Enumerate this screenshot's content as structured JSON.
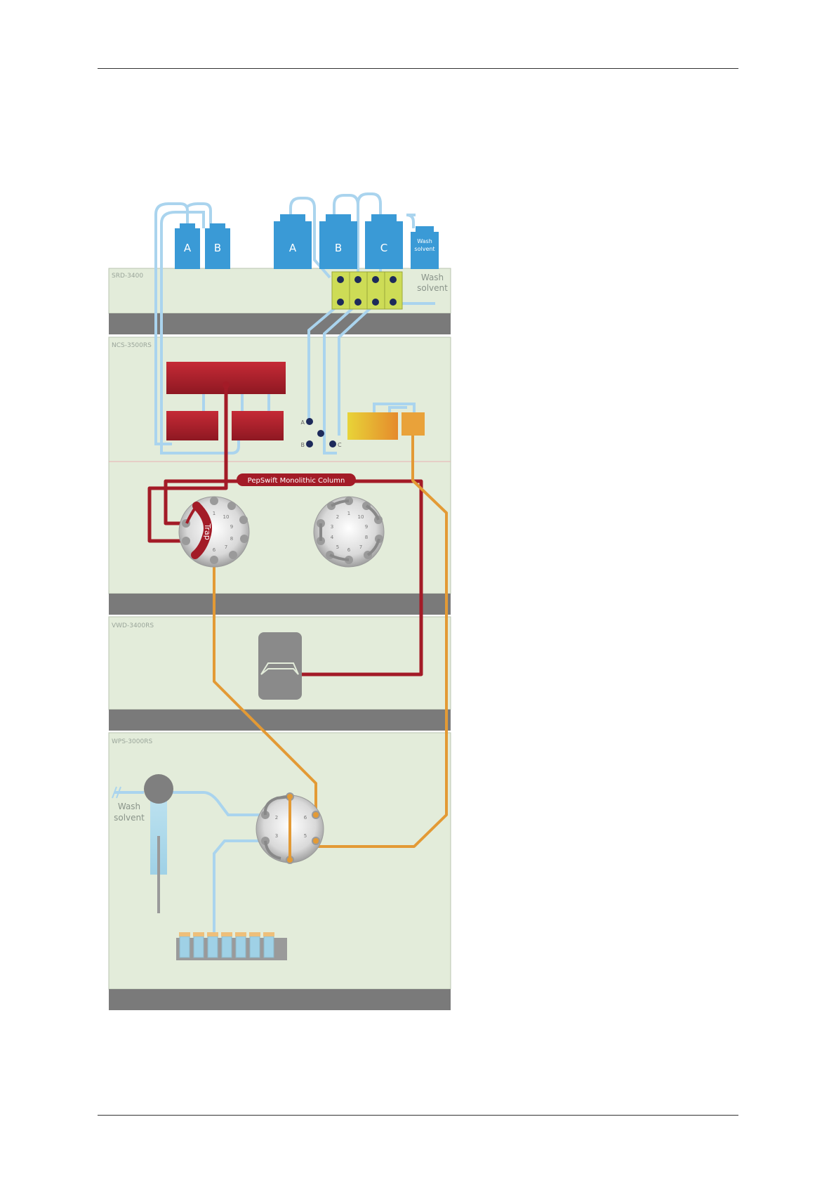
{
  "modules": {
    "srd": "SRD-3400",
    "ncs": "NCS-3500RS",
    "vwd": "VWD-3400RS",
    "wps": "WPS-3000RS"
  },
  "bottles": {
    "left": [
      "A",
      "B"
    ],
    "right": [
      "A",
      "B",
      "C"
    ],
    "wash_top": [
      "Wash",
      "solvent"
    ]
  },
  "degasser_wash": [
    "Wash",
    "solvent"
  ],
  "pump_ports": [
    "A",
    "B",
    "C"
  ],
  "column_label": "PepSwift Monolithic Column",
  "trap_label": "Trap",
  "wps_wash": [
    "Wash",
    "solvent"
  ],
  "valve10_ports": [
    "1",
    "2",
    "3",
    "4",
    "5",
    "6",
    "7",
    "8",
    "9",
    "10"
  ],
  "valve6_ports": [
    "2",
    "3",
    "5",
    "6"
  ],
  "colors": {
    "panel": "#e3ecda",
    "panel_border": "#b9c4b0",
    "base_bar": "#7a7a7a",
    "bottle_blue": "#3a9ad6",
    "tube_light_blue": "#aad4ee",
    "tube_red": "#a31b27",
    "tube_orange": "#e39a35",
    "pump_red": "#b8232f",
    "oven_yellow": "#e9b23a",
    "valve_green": "#cddc56",
    "flowcell_grey": "#8a8a8a"
  }
}
